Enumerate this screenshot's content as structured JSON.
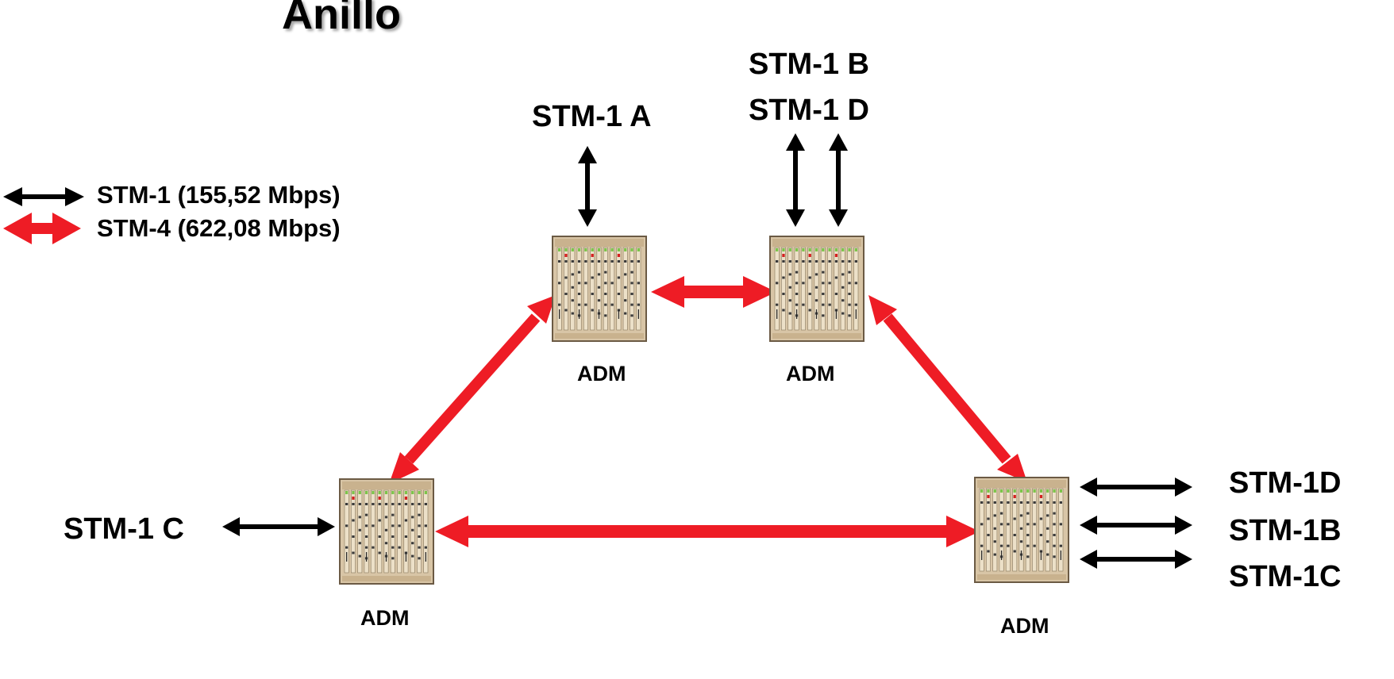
{
  "title": "Anillo",
  "legend": {
    "stm1_label": "STM-1 (155,52 Mbps)",
    "stm4_label": "STM-4 (622,08 Mbps)"
  },
  "labels": {
    "stm1_a": "STM-1 A",
    "stm1_b_top": "STM-1 B",
    "stm1_d_top": "STM-1 D",
    "stm1_c_left": "STM-1 C",
    "stm1d_right": "STM-1D",
    "stm1b_right": "STM-1B",
    "stm1c_right": "STM-1C"
  },
  "nodes": {
    "top_left": "ADM",
    "top_right": "ADM",
    "bottom_left": "ADM",
    "bottom_right": "ADM"
  },
  "colors": {
    "stm1_arrow": "#000000",
    "stm4_arrow": "#ee1c25",
    "rack_body": "#d8c5a6",
    "rack_border": "#6b5a44"
  }
}
